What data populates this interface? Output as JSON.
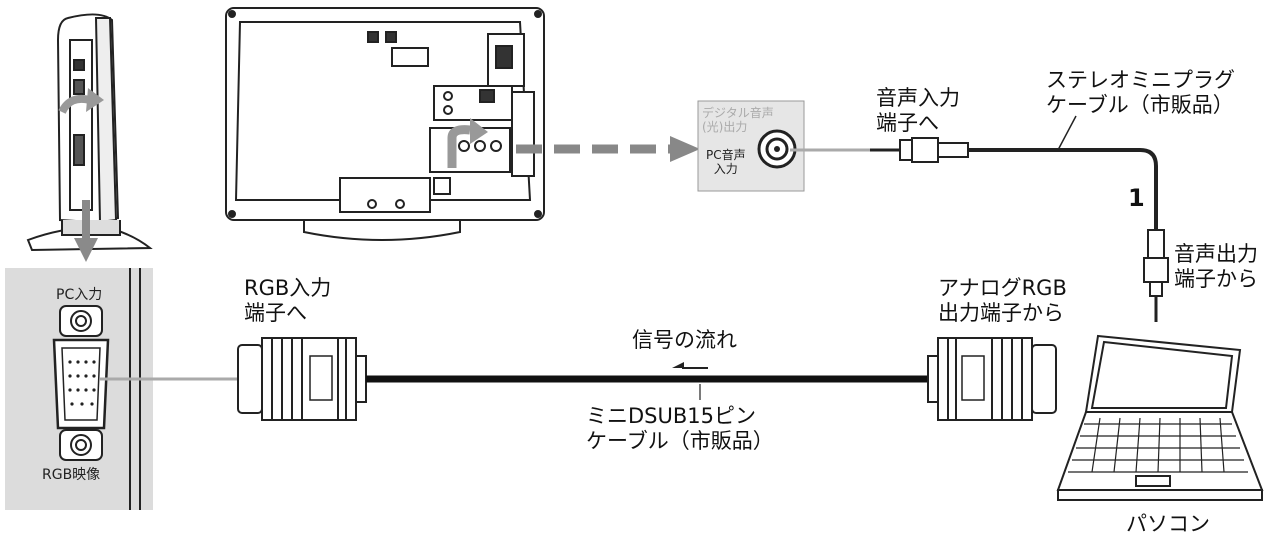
{
  "labels": {
    "audio_input": [
      "音声入力",
      "端子へ"
    ],
    "stereo_cable": [
      "ステレオミニプラグ",
      "ケーブル（市販品）"
    ],
    "audio_output": [
      "音声出力",
      "端子から"
    ],
    "rgb_input": [
      "RGB入力",
      "端子へ"
    ],
    "analog_rgb": [
      "アナログRGB",
      "出力端子から"
    ],
    "signal_flow": "信号の流れ",
    "dsub_cable": [
      "ミニDSUB15ピン",
      "ケーブル（市販品）"
    ],
    "pc": "パソコン",
    "step_number": "1"
  },
  "panel": {
    "pc_input": "PC入力",
    "rgb_video": "RGB映像"
  },
  "jack_panel": {
    "digital_audio": [
      "デジタル音声",
      "(光)出力"
    ],
    "pc_audio": [
      "PC音声",
      "入力"
    ]
  }
}
